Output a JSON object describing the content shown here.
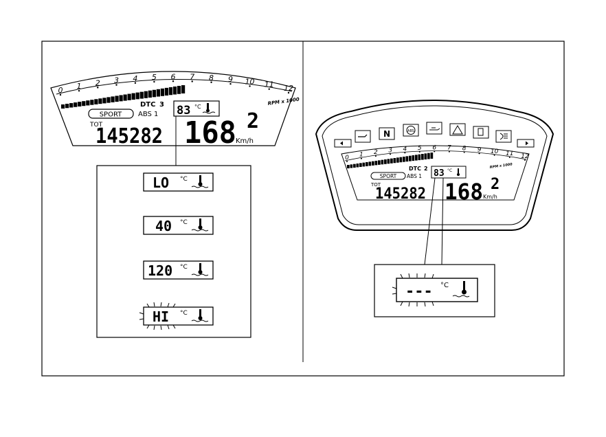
{
  "left_panel": {
    "rpm_ticks": [
      "0",
      "1",
      "2",
      "3",
      "4",
      "5",
      "6",
      "7",
      "8",
      "9",
      "10",
      "11",
      "12"
    ],
    "rpm_label": "RPM x 1000",
    "dtc_label": "DTC",
    "dtc_value": "3",
    "mode_label": "SPORT",
    "abs_label": "ABS 1",
    "temp_value": "83",
    "temp_unit": "°C",
    "tot_label": "TOT",
    "odometer": "145282",
    "speed": "168",
    "speed_unit": "Km/h",
    "gear": "2",
    "temp_states": [
      {
        "value": "LO",
        "unit": "°C",
        "flashing": false
      },
      {
        "value": "40",
        "unit": "°C",
        "flashing": false
      },
      {
        "value": "120",
        "unit": "°C",
        "flashing": false
      },
      {
        "value": "HI",
        "unit": "°C",
        "flashing": true
      }
    ]
  },
  "right_panel": {
    "warning_icons": [
      "gear-shift-icon",
      "neutral-icon",
      "abs-icon",
      "oil-icon",
      "warning-triangle-icon",
      "fuel-icon",
      "high-beam-icon"
    ],
    "neutral_label": "N",
    "abs_icon_label": "ABS",
    "rpm_ticks": [
      "0",
      "1",
      "2",
      "3",
      "4",
      "5",
      "6",
      "7",
      "8",
      "9",
      "10",
      "11",
      "12"
    ],
    "rpm_label": "RPM x 1000",
    "dtc_label": "DTC",
    "dtc_value": "2",
    "mode_label": "SPORT",
    "abs_label": "ABS 1",
    "temp_value": "83",
    "temp_unit": "°C",
    "tot_label": "TOT",
    "odometer": "145282",
    "speed": "168",
    "speed_unit": "Km/h",
    "gear": "2",
    "temp_zoom_value": "---",
    "temp_zoom_unit": "°C"
  }
}
